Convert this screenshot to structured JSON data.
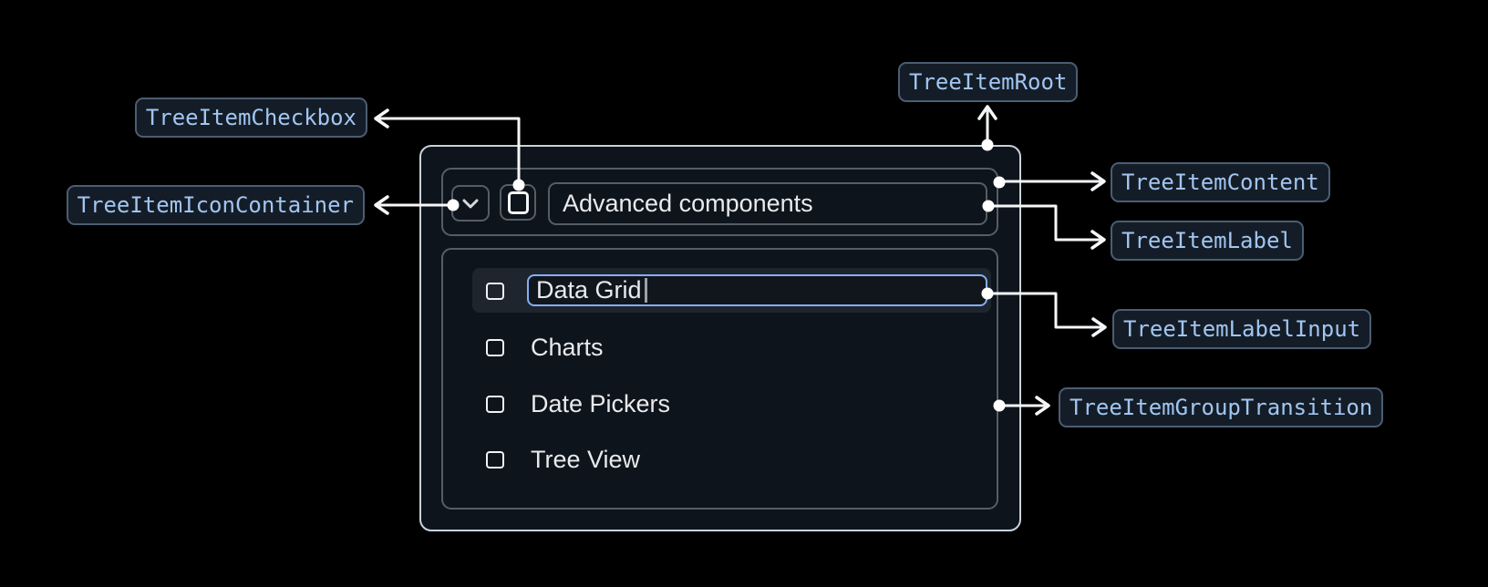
{
  "diagram": {
    "annotations": {
      "checkbox": "TreeItemCheckbox",
      "icon_container": "TreeItemIconContainer",
      "root": "TreeItemRoot",
      "content": "TreeItemContent",
      "label": "TreeItemLabel",
      "label_input": "TreeItemLabelInput",
      "group_transition": "TreeItemGroupTransition"
    }
  },
  "tree": {
    "parent": {
      "label": "Advanced components",
      "expanded": true,
      "checkbox_checked": false
    },
    "items": [
      {
        "label": "Data Grid",
        "state": "editing",
        "checkbox_checked": false
      },
      {
        "label": "Charts",
        "checkbox_checked": false
      },
      {
        "label": "Date Pickers",
        "checkbox_checked": false
      },
      {
        "label": "Tree View",
        "checkbox_checked": false
      }
    ]
  },
  "icons": {
    "expand": "chevron-down",
    "checkbox": "square-outline",
    "connector_dot": "circle",
    "connector_arrow": "chevron-arrow",
    "caret": "text-cursor"
  },
  "colors": {
    "background": "#000000",
    "surface": "#0e141b",
    "surface_border": "#c9d2da",
    "outline": "#565d66",
    "row_highlight": "#1e252e",
    "input_focus_border": "#85b0f3",
    "annotation_text": "#a2c5f1",
    "annotation_bg": "#141d27",
    "annotation_border": "#4b5d72",
    "text_primary": "#e8eaed",
    "connector": "#f5f7f9"
  }
}
